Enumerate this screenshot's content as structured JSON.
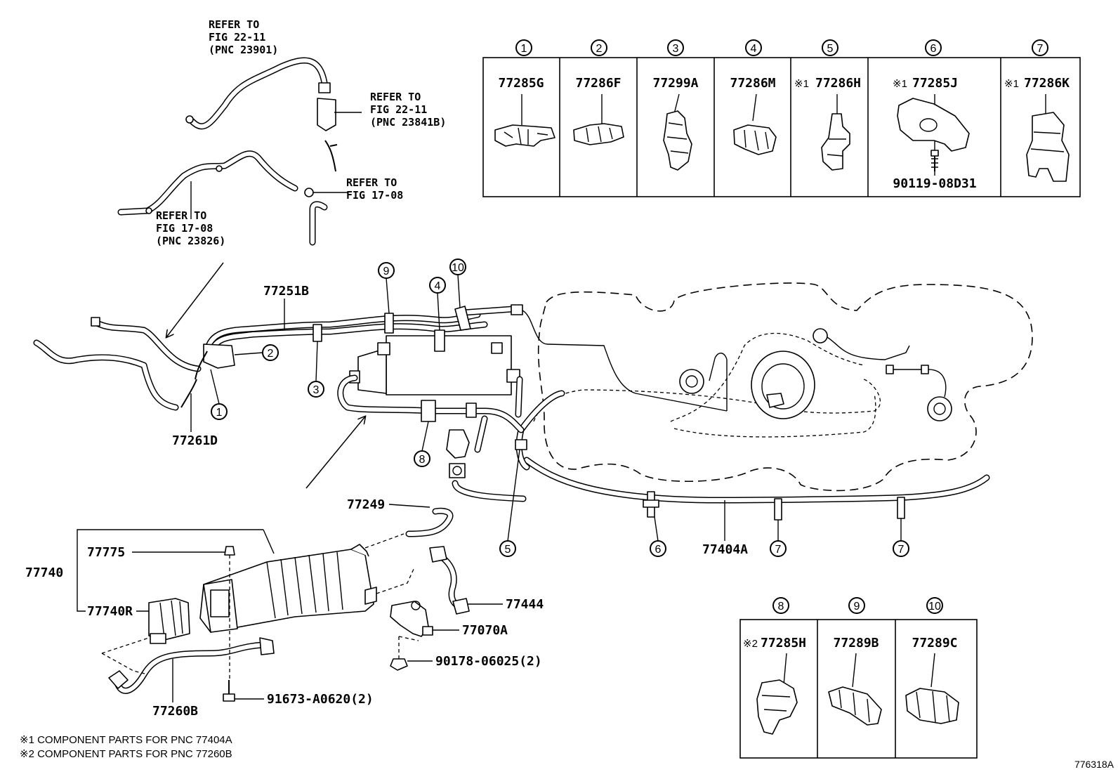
{
  "callout_numbers": [
    "1",
    "2",
    "3",
    "4",
    "5",
    "6",
    "7",
    "8",
    "9",
    "10"
  ],
  "top_table": {
    "columns": [
      {
        "num": "1",
        "mark": "",
        "part": "77285G"
      },
      {
        "num": "2",
        "mark": "",
        "part": "77286F"
      },
      {
        "num": "3",
        "mark": "",
        "part": "77299A"
      },
      {
        "num": "4",
        "mark": "",
        "part": "77286M"
      },
      {
        "num": "5",
        "mark": "※1",
        "part": "77286H"
      },
      {
        "num": "6",
        "mark": "※1",
        "part": "77285J"
      },
      {
        "num": "7",
        "mark": "※1",
        "part": "77286K"
      }
    ],
    "bolt_part": "90119-08D31"
  },
  "bottom_table": {
    "columns": [
      {
        "num": "8",
        "mark": "※2",
        "part": "77285H"
      },
      {
        "num": "9",
        "mark": "",
        "part": "77289B"
      },
      {
        "num": "10",
        "mark": "",
        "part": "77289C"
      }
    ]
  },
  "refs": {
    "r1": [
      "REFER TO",
      "FIG 22-11",
      "(PNC 23901)"
    ],
    "r2": [
      "REFER TO",
      "FIG 22-11",
      "(PNC 23841B)"
    ],
    "r3": [
      "REFER TO",
      "FIG 17-08"
    ],
    "r4": [
      "REFER TO",
      "FIG 17-08",
      "(PNC 23826)"
    ]
  },
  "parts": {
    "p77251B": "77251B",
    "p77261D": "77261D",
    "p77249": "77249",
    "p77775": "77775",
    "p77740": "77740",
    "p77740R": "77740R",
    "p77444": "77444",
    "p77070A": "77070A",
    "p90178": "90178-06025(2)",
    "p91673": "91673-A0620(2)",
    "p77260B": "77260B",
    "p77404A": "77404A"
  },
  "notes": {
    "n1": "※1 COMPONENT PARTS FOR PNC 77404A",
    "n2": "※2 COMPONENT PARTS FOR PNC 77260B"
  },
  "figure_code": "776318A"
}
